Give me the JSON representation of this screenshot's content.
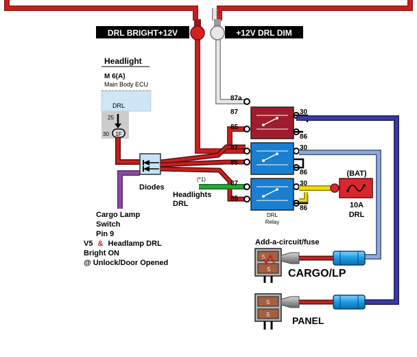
{
  "labels": {
    "drl_bright": "DRL BRIGHT+12V",
    "drl_dim": "+12V DRL DIM",
    "headlight_title": "Headlight",
    "ecu_code": "M 6(A)",
    "ecu_name": "Main Body ECU",
    "drl_tab": "DRL",
    "pin25": "25",
    "pin30": "30",
    "pin1f": "1F",
    "diodes": "Diodes",
    "x1": "(*1)",
    "headlights": "Headlights",
    "drl_under": "DRL",
    "cargo_lamp": "Cargo Lamp",
    "switch": "Switch",
    "pin9": "Pin 9",
    "v5_prefix": "V5",
    "ampersand": "&",
    "v5_suffix": "Headlamp DRL",
    "bright_on": "Bright ON",
    "unlock": "@ Unlock/Door Opened",
    "relay_label_1": "DRL",
    "relay_label_2": "Relay",
    "bat": "(BAT)",
    "fuse_amp": "10A",
    "fuse_drl": "DRL",
    "add_circuit": "Add-a-circuit/fuse",
    "cargo_lp": "CARGO/LP",
    "panel": "PANEL",
    "fuse_5a": "5",
    "fuse_5b": "5",
    "fuse_5c": "5",
    "fuse_5d": "5"
  },
  "relay_pins": {
    "r1": [
      "87a",
      "87",
      "85",
      "30",
      "86"
    ],
    "r2": [
      "87",
      "85",
      "30",
      "86"
    ],
    "r3": [
      "87",
      "85",
      "30",
      "86"
    ]
  },
  "colors": {
    "red_wire": "#c81f1f",
    "dark_red": "#8e1a1a",
    "relay_red": "#a01c2c",
    "relay_blue": "#1a7fd1",
    "wire_blue": "#3a3aa8",
    "wire_lightblue": "#8fa8d8",
    "wire_gray": "#cfcfcf",
    "wire_purple": "#8e4aa0",
    "wire_green": "#2aa83a",
    "wire_yellow": "#f0e000",
    "fuse_red": "#d9262e",
    "ecu_blue": "#cfe6f6",
    "connector_blue": "#2aa8e8"
  }
}
